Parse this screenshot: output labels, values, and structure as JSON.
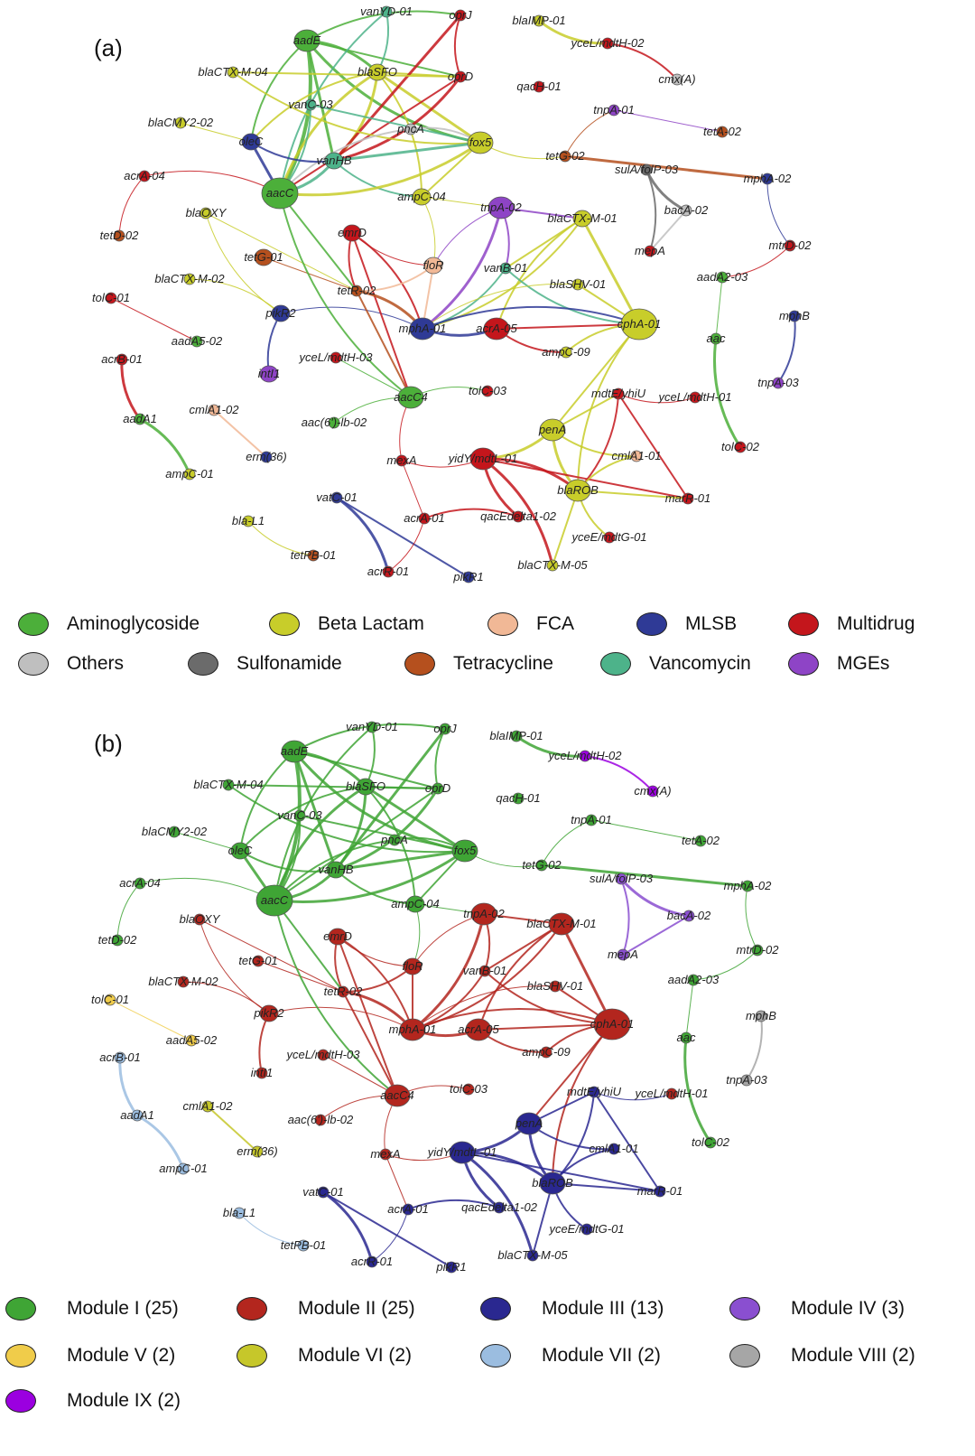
{
  "panels": {
    "a": {
      "label": "(a)"
    },
    "b": {
      "label": "(b)"
    }
  },
  "legend_a": [
    {
      "label": "Aminoglycoside",
      "color": "#4caf3a"
    },
    {
      "label": "Beta Lactam",
      "color": "#c8cd2a"
    },
    {
      "label": "FCA",
      "color": "#f1b896"
    },
    {
      "label": "MLSB",
      "color": "#2f3a96"
    },
    {
      "label": "Multidrug",
      "color": "#c4161c"
    },
    {
      "label": "Others",
      "color": "#bfbfbf"
    },
    {
      "label": "Sulfonamide",
      "color": "#6b6b6b"
    },
    {
      "label": "Tetracycline",
      "color": "#b5501e"
    },
    {
      "label": "Vancomycin",
      "color": "#4db38a"
    },
    {
      "label": "MGEs",
      "color": "#8e44c6"
    }
  ],
  "legend_b": [
    {
      "label": "Module I (25)",
      "color": "#3fa535"
    },
    {
      "label": "Module II (25)",
      "color": "#b3261e"
    },
    {
      "label": "Module III (13)",
      "color": "#2a2890"
    },
    {
      "label": "Module IV (3)",
      "color": "#8a4fd0"
    },
    {
      "label": "Module V (2)",
      "color": "#f0cc4a"
    },
    {
      "label": "Module VI (2)",
      "color": "#c6c72a"
    },
    {
      "label": "Module VII (2)",
      "color": "#9bbde0"
    },
    {
      "label": "Module VIII (2)",
      "color": "#a6a6a6"
    },
    {
      "label": "Module IX (2)",
      "color": "#9b00e0"
    }
  ],
  "network_a": {
    "nodes": [
      {
        "id": "aadE",
        "cat": "Aminoglycoside",
        "size": "L"
      },
      {
        "id": "vanYD-01",
        "cat": "Vancomycin",
        "size": "S"
      },
      {
        "id": "oprJ",
        "cat": "Multidrug",
        "size": "S"
      },
      {
        "id": "blaIMP-01",
        "cat": "Beta Lactam",
        "size": "S"
      },
      {
        "id": "yceL/mdtH-02",
        "cat": "Multidrug",
        "size": "S"
      },
      {
        "id": "cmx(A)",
        "cat": "Others",
        "size": "S"
      },
      {
        "id": "blaCTX-M-04",
        "cat": "Beta Lactam",
        "size": "S"
      },
      {
        "id": "blaSFO",
        "cat": "Beta Lactam",
        "size": "M"
      },
      {
        "id": "oprD",
        "cat": "Multidrug",
        "size": "S"
      },
      {
        "id": "qacH-01",
        "cat": "Multidrug",
        "size": "S"
      },
      {
        "id": "vanC-03",
        "cat": "Vancomycin",
        "size": "S"
      },
      {
        "id": "tnpA-01",
        "cat": "MGEs",
        "size": "S"
      },
      {
        "id": "tetA-02",
        "cat": "Tetracycline",
        "size": "S"
      },
      {
        "id": "blaCMY2-02",
        "cat": "Beta Lactam",
        "size": "S"
      },
      {
        "id": "pncA",
        "cat": "Others",
        "size": "S"
      },
      {
        "id": "oleC",
        "cat": "MLSB",
        "size": "M"
      },
      {
        "id": "vanHB",
        "cat": "Vancomycin",
        "size": "M"
      },
      {
        "id": "fox5",
        "cat": "Beta Lactam",
        "size": "L"
      },
      {
        "id": "tetG-02",
        "cat": "Tetracycline",
        "size": "S"
      },
      {
        "id": "sulA/folP-03",
        "cat": "Sulfonamide",
        "size": "S"
      },
      {
        "id": "mphA-02",
        "cat": "MLSB",
        "size": "S"
      },
      {
        "id": "acrA-04",
        "cat": "Multidrug",
        "size": "S"
      },
      {
        "id": "aacC",
        "cat": "Aminoglycoside",
        "size": "XL"
      },
      {
        "id": "ampC-04",
        "cat": "Beta Lactam",
        "size": "M"
      },
      {
        "id": "tnpA-02",
        "cat": "MGEs",
        "size": "L"
      },
      {
        "id": "bacA-02",
        "cat": "Others",
        "size": "S"
      },
      {
        "id": "blaOXY",
        "cat": "Beta Lactam",
        "size": "S"
      },
      {
        "id": "blaCTX-M-01",
        "cat": "Beta Lactam",
        "size": "M"
      },
      {
        "id": "tetD-02",
        "cat": "Tetracycline",
        "size": "S"
      },
      {
        "id": "emrD",
        "cat": "Multidrug",
        "size": "M"
      },
      {
        "id": "mepA",
        "cat": "Multidrug",
        "size": "S"
      },
      {
        "id": "mtrD-02",
        "cat": "Multidrug",
        "size": "S"
      },
      {
        "id": "tetG-01",
        "cat": "Tetracycline",
        "size": "M"
      },
      {
        "id": "floR",
        "cat": "FCA",
        "size": "M"
      },
      {
        "id": "vanB-01",
        "cat": "Vancomycin",
        "size": "S"
      },
      {
        "id": "blaCTX-M-02",
        "cat": "Beta Lactam",
        "size": "S"
      },
      {
        "id": "aadA2-03",
        "cat": "Aminoglycoside",
        "size": "S"
      },
      {
        "id": "tetR-02",
        "cat": "Tetracycline",
        "size": "S"
      },
      {
        "id": "blaSHV-01",
        "cat": "Beta Lactam",
        "size": "S"
      },
      {
        "id": "tolC-01",
        "cat": "Multidrug",
        "size": "S"
      },
      {
        "id": "pikR2",
        "cat": "MLSB",
        "size": "M"
      },
      {
        "id": "mphB",
        "cat": "MLSB",
        "size": "S"
      },
      {
        "id": "cphA-01",
        "cat": "Beta Lactam",
        "size": "XL"
      },
      {
        "id": "mphA-01",
        "cat": "MLSB",
        "size": "L"
      },
      {
        "id": "acrA-05",
        "cat": "Multidrug",
        "size": "L"
      },
      {
        "id": "aadA5-02",
        "cat": "Aminoglycoside",
        "size": "S"
      },
      {
        "id": "aac",
        "cat": "Aminoglycoside",
        "size": "S"
      },
      {
        "id": "ampC-09",
        "cat": "Beta Lactam",
        "size": "S"
      },
      {
        "id": "acrB-01",
        "cat": "Multidrug",
        "size": "S"
      },
      {
        "id": "yceL/mdtH-03",
        "cat": "Multidrug",
        "size": "S"
      },
      {
        "id": "intI1",
        "cat": "MGEs",
        "size": "M"
      },
      {
        "id": "tnpA-03",
        "cat": "MGEs",
        "size": "S"
      },
      {
        "id": "tolC-03",
        "cat": "Multidrug",
        "size": "S"
      },
      {
        "id": "aacC4",
        "cat": "Aminoglycoside",
        "size": "L"
      },
      {
        "id": "mdtE/yhiU",
        "cat": "Multidrug",
        "size": "S"
      },
      {
        "id": "yceL/mdtH-01",
        "cat": "Multidrug",
        "size": "S"
      },
      {
        "id": "cmlA1-02",
        "cat": "FCA",
        "size": "S"
      },
      {
        "id": "aac(6')-lb-02",
        "cat": "Aminoglycoside",
        "size": "S"
      },
      {
        "id": "aadA1",
        "cat": "Aminoglycoside",
        "size": "S"
      },
      {
        "id": "penA",
        "cat": "Beta Lactam",
        "size": "L"
      },
      {
        "id": "tolC-02",
        "cat": "Multidrug",
        "size": "S"
      },
      {
        "id": "erm(36)",
        "cat": "MLSB",
        "size": "S"
      },
      {
        "id": "mexA",
        "cat": "Multidrug",
        "size": "S"
      },
      {
        "id": "yidY/mdtL-01",
        "cat": "Multidrug",
        "size": "L"
      },
      {
        "id": "cmlA1-01",
        "cat": "FCA",
        "size": "S"
      },
      {
        "id": "ampC-01",
        "cat": "Beta Lactam",
        "size": "S"
      },
      {
        "id": "blaROB",
        "cat": "Beta Lactam",
        "size": "L"
      },
      {
        "id": "vatC-01",
        "cat": "MLSB",
        "size": "S"
      },
      {
        "id": "marR-01",
        "cat": "Multidrug",
        "size": "S"
      },
      {
        "id": "bla-L1",
        "cat": "Beta Lactam",
        "size": "S"
      },
      {
        "id": "acrA-01",
        "cat": "Multidrug",
        "size": "S"
      },
      {
        "id": "qacEdelta1-02",
        "cat": "Multidrug",
        "size": "S"
      },
      {
        "id": "tetPB-01",
        "cat": "Tetracycline",
        "size": "S"
      },
      {
        "id": "yceE/mdtG-01",
        "cat": "Multidrug",
        "size": "S"
      },
      {
        "id": "acrR-01",
        "cat": "Multidrug",
        "size": "S"
      },
      {
        "id": "blaCTX-M-05",
        "cat": "Beta Lactam",
        "size": "S"
      },
      {
        "id": "pikR1",
        "cat": "MLSB",
        "size": "S"
      }
    ]
  },
  "network_b": {
    "nodes": [
      {
        "id": "aadE",
        "module": "Module I",
        "size": "L"
      },
      {
        "id": "vanYD-01",
        "module": "Module I",
        "size": "S"
      },
      {
        "id": "oprJ",
        "module": "Module I",
        "size": "S"
      },
      {
        "id": "blaIMP-01",
        "module": "Module I",
        "size": "S"
      },
      {
        "id": "yceL/mdtH-02",
        "module": "Module IX",
        "size": "S"
      },
      {
        "id": "cmx(A)",
        "module": "Module IX",
        "size": "S"
      },
      {
        "id": "blaCTX-M-04",
        "module": "Module I",
        "size": "S"
      },
      {
        "id": "blaSFO",
        "module": "Module I",
        "size": "M"
      },
      {
        "id": "oprD",
        "module": "Module I",
        "size": "S"
      },
      {
        "id": "qacH-01",
        "module": "Module I",
        "size": "S"
      },
      {
        "id": "vanC-03",
        "module": "Module I",
        "size": "S"
      },
      {
        "id": "tnpA-01",
        "module": "Module I",
        "size": "S"
      },
      {
        "id": "tetA-02",
        "module": "Module I",
        "size": "S"
      },
      {
        "id": "blaCMY2-02",
        "module": "Module I",
        "size": "S"
      },
      {
        "id": "pncA",
        "module": "Module I",
        "size": "S"
      },
      {
        "id": "oleC",
        "module": "Module I",
        "size": "M"
      },
      {
        "id": "fox5",
        "module": "Module I",
        "size": "L"
      },
      {
        "id": "vanHB",
        "module": "Module I",
        "size": "M"
      },
      {
        "id": "tetG-02",
        "module": "Module I",
        "size": "S"
      },
      {
        "id": "sulA/folP-03",
        "module": "Module IV",
        "size": "S"
      },
      {
        "id": "mphA-02",
        "module": "Module I",
        "size": "S"
      },
      {
        "id": "acrA-04",
        "module": "Module I",
        "size": "S"
      },
      {
        "id": "aacC",
        "module": "Module I",
        "size": "XL"
      },
      {
        "id": "ampC-04",
        "module": "Module I",
        "size": "M"
      },
      {
        "id": "tnpA-02",
        "module": "Module II",
        "size": "L"
      },
      {
        "id": "blaCTX-M-01",
        "module": "Module II",
        "size": "L"
      },
      {
        "id": "bacA-02",
        "module": "Module IV",
        "size": "S"
      },
      {
        "id": "blaOXY",
        "module": "Module II",
        "size": "S"
      },
      {
        "id": "tetD-02",
        "module": "Module I",
        "size": "S"
      },
      {
        "id": "emrD",
        "module": "Module II",
        "size": "M"
      },
      {
        "id": "mepA",
        "module": "Module IV",
        "size": "S"
      },
      {
        "id": "mtrD-02",
        "module": "Module I",
        "size": "S"
      },
      {
        "id": "tetG-01",
        "module": "Module II",
        "size": "S"
      },
      {
        "id": "floR",
        "module": "Module II",
        "size": "M"
      },
      {
        "id": "vanB-01",
        "module": "Module II",
        "size": "S"
      },
      {
        "id": "blaCTX-M-02",
        "module": "Module II",
        "size": "S"
      },
      {
        "id": "blaSHV-01",
        "module": "Module II",
        "size": "S"
      },
      {
        "id": "aadA2-03",
        "module": "Module I",
        "size": "S"
      },
      {
        "id": "tetR-02",
        "module": "Module II",
        "size": "S"
      },
      {
        "id": "tolC-01",
        "module": "Module V",
        "size": "S"
      },
      {
        "id": "pikR2",
        "module": "Module II",
        "size": "M"
      },
      {
        "id": "mphB",
        "module": "Module VIII",
        "size": "S"
      },
      {
        "id": "cphA-01",
        "module": "Module II",
        "size": "XL"
      },
      {
        "id": "mphA-01",
        "module": "Module II",
        "size": "L"
      },
      {
        "id": "acrA-05",
        "module": "Module II",
        "size": "L"
      },
      {
        "id": "aadA5-02",
        "module": "Module V",
        "size": "S"
      },
      {
        "id": "ampC-09",
        "module": "Module II",
        "size": "S"
      },
      {
        "id": "aac",
        "module": "Module I",
        "size": "S"
      },
      {
        "id": "acrB-01",
        "module": "Module VII",
        "size": "S"
      },
      {
        "id": "yceL/mdtH-03",
        "module": "Module II",
        "size": "S"
      },
      {
        "id": "intI1",
        "module": "Module II",
        "size": "S"
      },
      {
        "id": "tnpA-03",
        "module": "Module VIII",
        "size": "S"
      },
      {
        "id": "aacC4",
        "module": "Module II",
        "size": "L"
      },
      {
        "id": "tolC-03",
        "module": "Module II",
        "size": "S"
      },
      {
        "id": "mdtE/yhiU",
        "module": "Module III",
        "size": "S"
      },
      {
        "id": "yceL/mdtH-01",
        "module": "Module II",
        "size": "S"
      },
      {
        "id": "cmlA1-02",
        "module": "Module VI",
        "size": "S"
      },
      {
        "id": "aac(6')-lb-02",
        "module": "Module II",
        "size": "S"
      },
      {
        "id": "aadA1",
        "module": "Module VII",
        "size": "S"
      },
      {
        "id": "penA",
        "module": "Module III",
        "size": "L"
      },
      {
        "id": "tolC-02",
        "module": "Module I",
        "size": "S"
      },
      {
        "id": "erm(36)",
        "module": "Module VI",
        "size": "S"
      },
      {
        "id": "mexA",
        "module": "Module II",
        "size": "S"
      },
      {
        "id": "yidY/mdtL-01",
        "module": "Module III",
        "size": "L"
      },
      {
        "id": "cmlA1-01",
        "module": "Module III",
        "size": "S"
      },
      {
        "id": "ampC-01",
        "module": "Module VII",
        "size": "S"
      },
      {
        "id": "blaROB",
        "module": "Module III",
        "size": "L"
      },
      {
        "id": "vatC-01",
        "module": "Module III",
        "size": "S"
      },
      {
        "id": "marR-01",
        "module": "Module III",
        "size": "S"
      },
      {
        "id": "bla-L1",
        "module": "Module VII",
        "size": "S"
      },
      {
        "id": "acrA-01",
        "module": "Module III",
        "size": "S"
      },
      {
        "id": "qacEdelta1-02",
        "module": "Module III",
        "size": "S"
      },
      {
        "id": "tetPB-01",
        "module": "Module VII",
        "size": "S"
      },
      {
        "id": "yceE/mdtG-01",
        "module": "Module III",
        "size": "S"
      },
      {
        "id": "acrR-01",
        "module": "Module III",
        "size": "S"
      },
      {
        "id": "blaCTX-M-05",
        "module": "Module III",
        "size": "S"
      },
      {
        "id": "pikR1",
        "module": "Module III",
        "size": "S"
      }
    ]
  }
}
